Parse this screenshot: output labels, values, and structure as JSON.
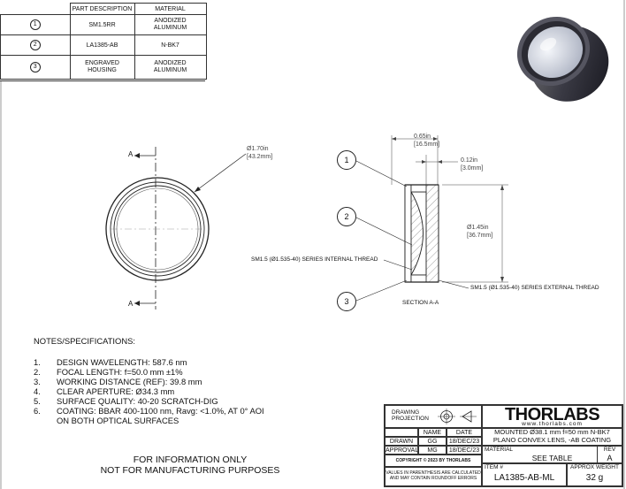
{
  "parts_table": {
    "headers": [
      "PART DESCRIPTION",
      "MATERIAL"
    ],
    "rows": [
      {
        "num": "1",
        "description": "SM1.5RR",
        "material": "ANODIZED ALUMINUM"
      },
      {
        "num": "2",
        "description": "LA1385-AB",
        "material": "N-BK7"
      },
      {
        "num": "3",
        "description": "ENGRAVED HOUSING",
        "material": "ANODIZED ALUMINUM"
      }
    ]
  },
  "front_view": {
    "section_label_top": "A",
    "section_label_bottom": "A",
    "diameter_in": "Ø1.70in",
    "diameter_mm": "[43.2mm]"
  },
  "section_view": {
    "width_in": "0.65in",
    "width_mm": "[16.5mm]",
    "offset_in": "0.12in",
    "offset_mm": "[3.0mm]",
    "height_in": "Ø1.45in",
    "height_mm": "[36.7mm]",
    "internal_thread": "SM1.5 (Ø1.535-40) SERIES INTERNAL THREAD",
    "external_thread": "SM1.5 (Ø1.535-40) SERIES EXTERNAL THREAD",
    "caption": "SECTION A-A",
    "balloons": [
      "1",
      "2",
      "3"
    ]
  },
  "notes": {
    "title": "NOTES/SPECIFICATIONS:",
    "items": [
      {
        "num": "1.",
        "text": "DESIGN WAVELENGTH: 587.6 nm"
      },
      {
        "num": "2.",
        "text": "FOCAL LENGTH: f=50.0 mm ±1%"
      },
      {
        "num": "3.",
        "text": "WORKING DISTANCE (REF): 39.8 mm"
      },
      {
        "num": "4.",
        "text": "CLEAR APERTURE: Ø34.3 mm"
      },
      {
        "num": "5.",
        "text": "SURFACE QUALITY: 40-20 SCRATCH-DIG"
      },
      {
        "num": "6.",
        "text": "COATING: BBAR 400-1100 nm, Ravg: <1.0%, AT 0° AOI"
      },
      {
        "num": "",
        "text": "ON BOTH OPTICAL SURFACES"
      }
    ],
    "disclaimer_line1": "FOR INFORMATION ONLY",
    "disclaimer_line2": "NOT FOR MANUFACTURING PURPOSES"
  },
  "title_block": {
    "drawing_projection": "DRAWING PROJECTION",
    "name_header": "NAME",
    "date_header": "DATE",
    "drawn_label": "DRAWN",
    "drawn_name": "GG",
    "drawn_date": "18/DEC/23",
    "approval_label": "APPROVAL",
    "approval_name": "MG",
    "approval_date": "18/DEC/23",
    "copyright": "COPYRIGHT © 2023 BY THORLABS",
    "rounding_note": "VALUES IN PARENTHESIS ARE CALCULATED AND MAY CONTAIN ROUNDOFF ERRORS",
    "logo": "THORLABS",
    "website": "www.thorlabs.com",
    "description_line1": "MOUNTED Ø38.1 mm f=50 mm N-BK7",
    "description_line2": "PLANO CONVEX LENS, -AB COATING",
    "material_label": "MATERIAL",
    "material_value": "SEE TABLE",
    "item_label": "ITEM #",
    "item_value": "LA1385-AB-ML",
    "weight_label": "APPROX WEIGHT",
    "weight_value": "32 g",
    "rev_label": "REV",
    "rev_value": "A"
  }
}
